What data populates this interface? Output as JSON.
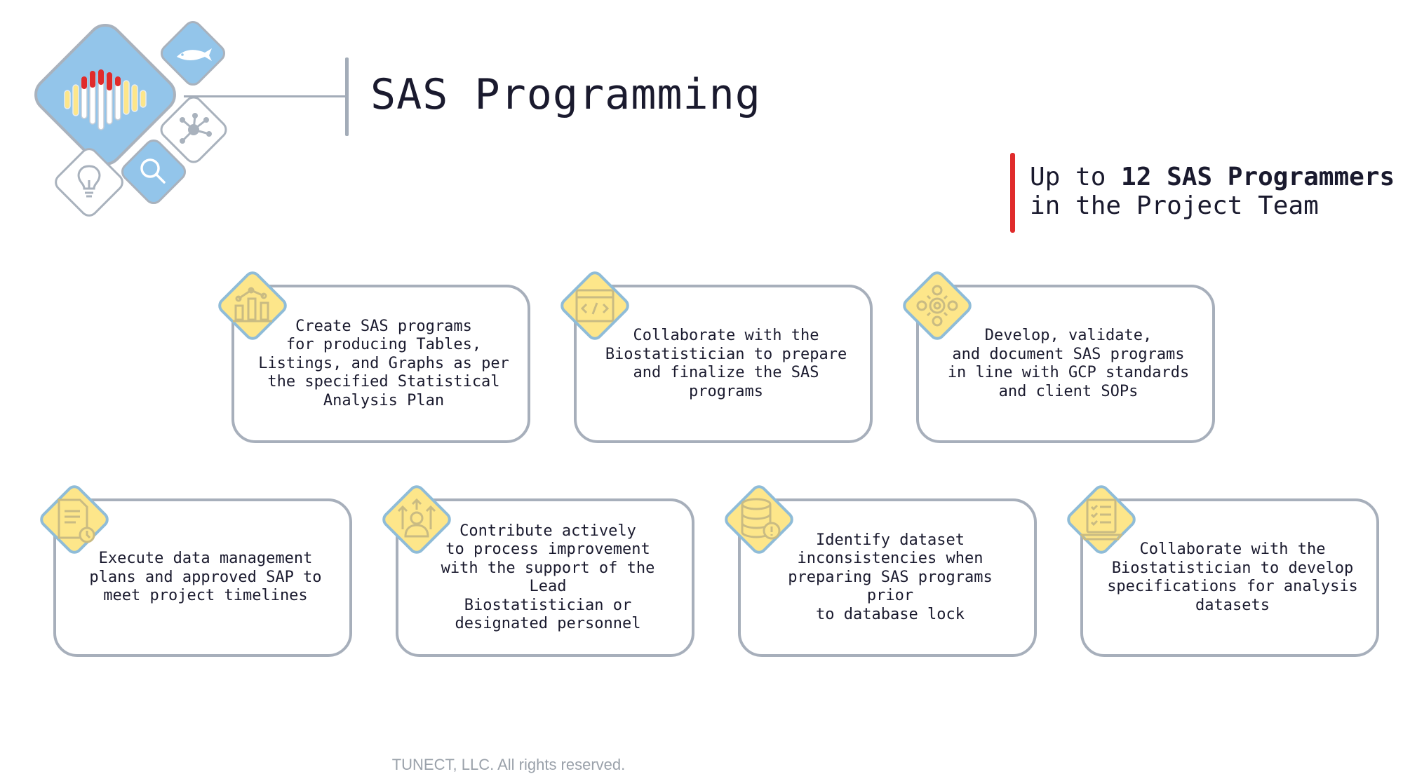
{
  "header": {
    "title": "SAS Programming"
  },
  "team_note": {
    "line1_prefix": "Up to ",
    "line1_bold": "12 SAS Programmers",
    "line2": "in the Project Team"
  },
  "cards": [
    {
      "text": "Create SAS programs\nfor producing Tables,\nListings, and Graphs as per\nthe specified Statistical\nAnalysis Plan",
      "icon": "bar-chart-icon"
    },
    {
      "text": "Collaborate with the\nBiostatistician to prepare\nand finalize the SAS\nprograms",
      "icon": "code-window-icon"
    },
    {
      "text": "Develop, validate,\nand document SAS programs\nin line with GCP standards\nand client SOPs",
      "icon": "gear-cycle-icon"
    },
    {
      "text": "Execute data management\nplans and approved SAP to\nmeet project timelines",
      "icon": "document-clock-icon"
    },
    {
      "text": "Contribute actively\nto process improvement\nwith the support of the Lead\nBiostatistician or\ndesignated personnel",
      "icon": "person-growth-icon"
    },
    {
      "text": "Identify dataset\ninconsistencies when\npreparing SAS programs prior\nto database lock",
      "icon": "database-alert-icon"
    },
    {
      "text": "Collaborate with the\nBiostatistician to develop\nspecifications for analysis\ndatasets",
      "icon": "checklist-laptop-icon"
    }
  ],
  "footer": {
    "copyright": "TUNECT, LLC. All rights reserved."
  },
  "colors": {
    "accent_red": "#e02b2b",
    "badge_yellow": "#fde68a",
    "badge_border": "#8fbcd8",
    "card_border": "#a7afbb",
    "logo_blue": "#93c5ea"
  }
}
